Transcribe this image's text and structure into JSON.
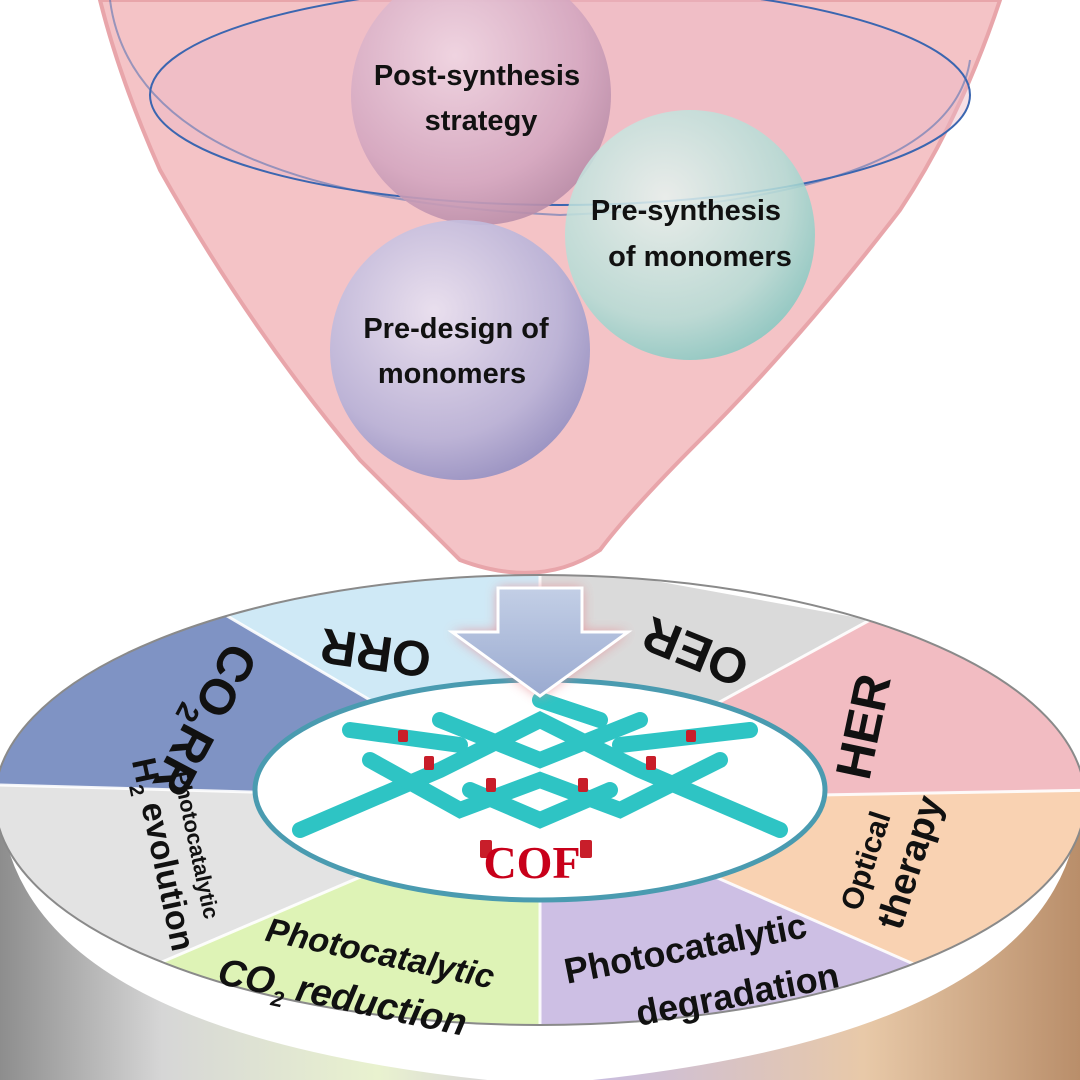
{
  "funnel": {
    "spheres": [
      {
        "lines": [
          "Post-synthesis",
          "strategy"
        ]
      },
      {
        "lines": [
          "Pre-synthesis",
          "of monomers"
        ]
      },
      {
        "lines": [
          "Pre-design of",
          "monomers"
        ]
      }
    ]
  },
  "center_label": "COF",
  "applications": [
    {
      "id": "orr",
      "lines": [
        "ORR"
      ],
      "color": "#cfe9f6"
    },
    {
      "id": "oer",
      "lines": [
        "OER"
      ],
      "color": "#dadada"
    },
    {
      "id": "her",
      "lines": [
        "HER"
      ],
      "color": "#f2bcc2"
    },
    {
      "id": "optical-therapy",
      "lines": [
        "Optical",
        "therapy"
      ],
      "color": "#f9d2b2"
    },
    {
      "id": "photocatalytic-degradation",
      "lines": [
        "Photocatalytic",
        "degradation"
      ],
      "color": "#cdbfe4"
    },
    {
      "id": "photocatalytic-co2-reduction",
      "lines": [
        "Photocatalytic",
        "CO",
        "2",
        " reduction"
      ],
      "color": "#def3b6"
    },
    {
      "id": "photocatalytic-h2-evolution",
      "lines": [
        "Photocatalytic",
        "H",
        "2",
        " evolution"
      ],
      "color": "#e3e3e3"
    },
    {
      "id": "co2rr",
      "lines": [
        "CO",
        "2",
        "RR"
      ],
      "color": "#7f93c4"
    }
  ],
  "colors": {
    "funnel_fill": "#f4c3c6",
    "funnel_stroke": "#e8a5aa",
    "rim_line": "#3b66b0",
    "arrow_fill": "#aab9d8",
    "arrow_glow": "#e89096",
    "center_ring": "#4a9bb0",
    "cof_framework": "#2ec4c4",
    "cof_linker": "#c81e2a"
  }
}
